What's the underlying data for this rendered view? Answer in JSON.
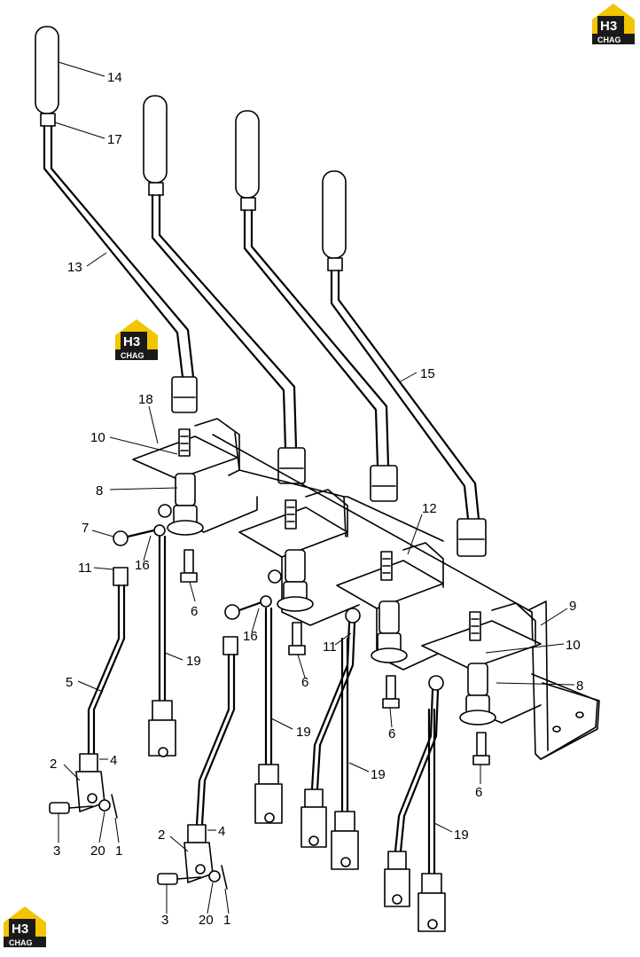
{
  "logo": {
    "top": "H3",
    "bottom": "CHAG"
  },
  "callouts": [
    "14",
    "17",
    "13",
    "15",
    "18",
    "10",
    "8",
    "7",
    "11",
    "16",
    "6",
    "5",
    "19",
    "4",
    "2",
    "3",
    "20",
    "1",
    "12",
    "9"
  ],
  "colors": {
    "logo_house": "#f2c500",
    "logo_dark": "#1a1a1a",
    "ink": "#000000"
  }
}
